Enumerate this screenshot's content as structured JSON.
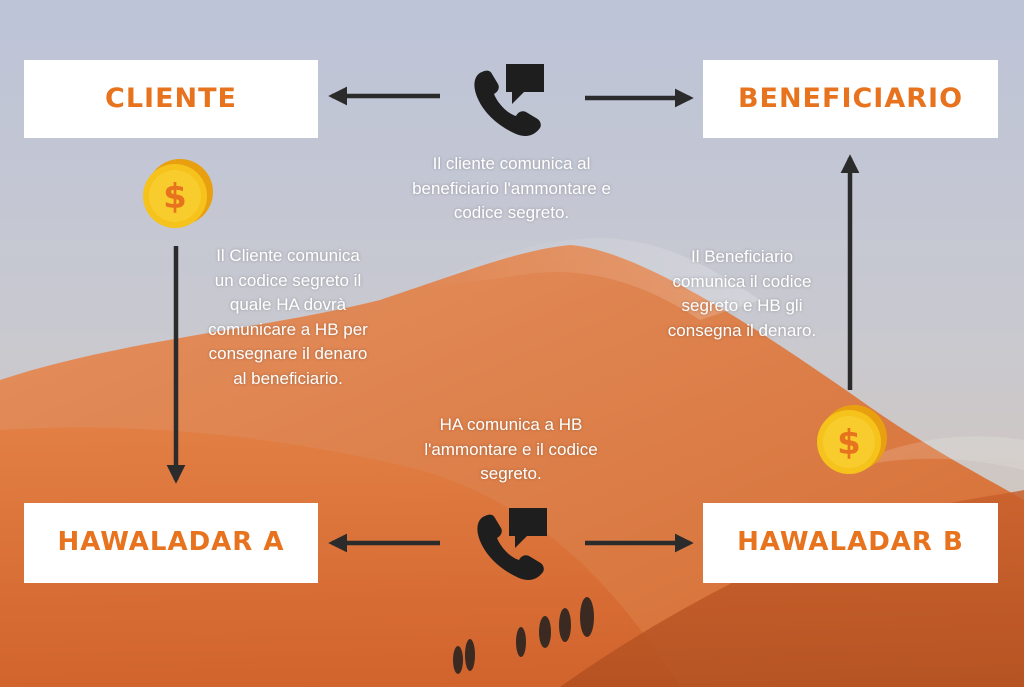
{
  "nodes": {
    "cliente": "CLIENTE",
    "beneficiario": "BENEFICIARIO",
    "hawaladar_a": "HAWALADAR A",
    "hawaladar_b": "HAWALADAR B"
  },
  "descriptions": {
    "cliente_to_beneficiario": "Il cliente comunica al\nbeneficiario l'ammontare e\ncodice segreto.",
    "cliente_to_hawaladar_a": "Il Cliente comunica\nun codice segreto  il\nquale HA dovrà\ncomunicare a HB per\nconsegnare il denaro\nal beneficiario.",
    "beneficiario_to_hawaladar_b": "Il Beneficiario\ncomunica il codice\nsegreto e HB gli\nconsegna il denaro.",
    "hawaladar_a_to_hawaladar_b": "HA comunica a HB\nl'ammontare e il codice\nsegreto."
  },
  "icons": {
    "phone": "phone-chat-icon",
    "coin": "dollar-coin-icon",
    "coin_symbol": "$"
  },
  "colors": {
    "accent": "#e8731f",
    "box": "#ffffff",
    "arrow": "#2b2b2b",
    "coin": "#f6c21c",
    "sky": "#bfc5d6",
    "sand": "#e0783a"
  }
}
